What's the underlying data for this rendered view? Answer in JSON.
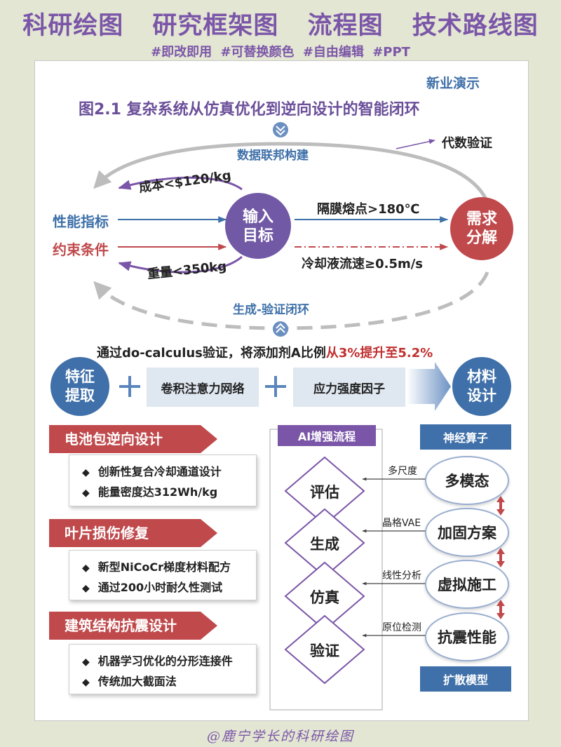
{
  "header": {
    "titles": [
      "科研绘图",
      "研究框架图",
      "流程图",
      "技术路线图"
    ],
    "tags": [
      "#即改即用",
      "#可替换颜色",
      "#自由编辑",
      "#PPT"
    ]
  },
  "card": {
    "corner_label": "新业演示",
    "figure_title": "图2.1  复杂系统从仿真优化到逆向设计的智能闭环"
  },
  "loop": {
    "top_label": "数据联邦构建",
    "bottom_label": "生成-验证闭环",
    "algebra_label": "代数验证",
    "input_node": [
      "输入",
      "目标"
    ],
    "output_node": [
      "需求",
      "分解"
    ],
    "left_labels": {
      "performance": "性能指标",
      "constraint": "约束条件"
    },
    "cost_label": "成本<$120/kg",
    "weight_label": "重量<350kg",
    "melt_label": "隔膜熔点>180℃",
    "flow_label": "冷却液流速≥0.5m/s"
  },
  "causal_line": {
    "prefix": "通过do-calculus验证，将添加剂A比例",
    "highlight": "从3%提升至5.2%"
  },
  "feature_row": {
    "left_node": [
      "特征",
      "提取"
    ],
    "box1": "卷积注意力网络",
    "box2": "应力强度因子",
    "right_node": [
      "材料",
      "设计"
    ]
  },
  "sections": [
    {
      "title": "电池包逆向设计",
      "items": [
        "创新性复合冷却通道设计",
        "能量密度达312Wh/kg"
      ]
    },
    {
      "title": "叶片损伤修复",
      "items": [
        "新型NiCoCr梯度材料配方",
        "通过200小时耐久性测试"
      ]
    },
    {
      "title": "建筑结构抗震设计",
      "items": [
        "机器学习优化的分形连接件",
        "传统加大截面法"
      ]
    }
  ],
  "ai_flow": {
    "title": "AI增强流程",
    "steps": [
      "评估",
      "生成",
      "仿真",
      "验证"
    ],
    "connectors": [
      "多尺度",
      "晶格VAE",
      "线性分析",
      "原位检测"
    ],
    "right_nodes": [
      "多模态",
      "加固方案",
      "虚拟施工",
      "抗震性能"
    ],
    "top_tag": "神经算子",
    "bottom_tag": "扩散模型"
  },
  "footer": "@鹿宁学长的科研绘图",
  "colors": {
    "purple": "#7b56a8",
    "node_purple": "#7159a6",
    "node_red": "#c0494c",
    "blue": "#3f70a9",
    "red": "#c0494c",
    "gray": "#bdbdbd"
  }
}
